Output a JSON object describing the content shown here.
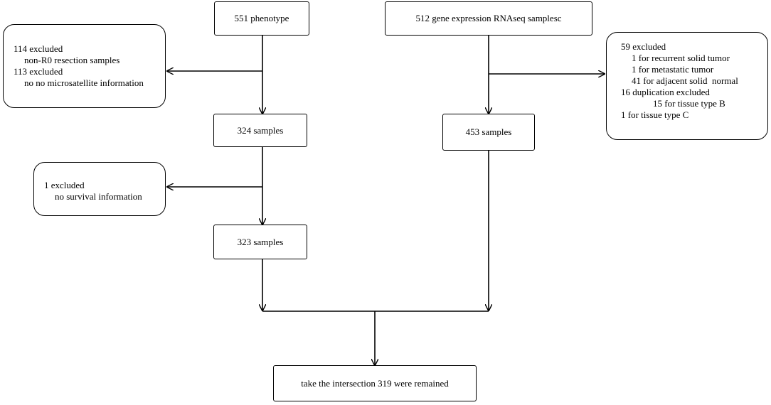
{
  "boxes": {
    "phenotype": "551 phenotype",
    "rnaseq": "512 gene expression RNAseq samplesc",
    "s324": "324 samples",
    "s453": "453 samples",
    "s323": "323 samples",
    "intersection": "take the intersection 319 were remained"
  },
  "notes": {
    "exclusion_left_1": [
      "114 excluded",
      "non-R0 resection samples",
      "113 excluded",
      "no no microsatellite information"
    ],
    "exclusion_left_2": [
      "1 excluded",
      "no survival information"
    ],
    "exclusion_right": [
      "59 excluded",
      "1 for recurrent solid tumor",
      "1 for metastatic tumor",
      "41 for adjacent solid  normal",
      "16 duplication excluded",
      "15 for tissue type B",
      "1 for tissue type C"
    ]
  },
  "colors": {
    "stroke": "#000000",
    "background": "#ffffff"
  }
}
